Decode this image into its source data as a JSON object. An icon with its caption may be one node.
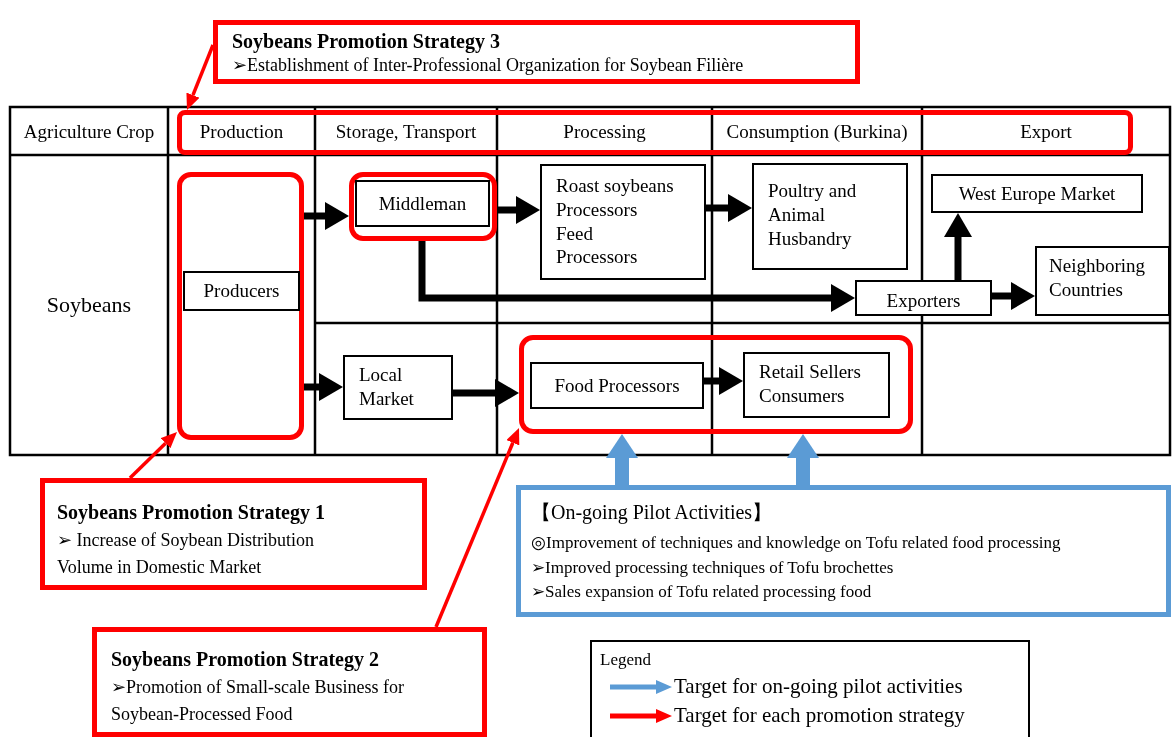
{
  "diagram": {
    "nodes": [
      {
        "text": [
          "Soybeans Promotion Strategy 3",
          "➢Establishment of Inter-Professional Organization for Soybean Filière"
        ]
      },
      {
        "text": [],
        "shape": "box"
      },
      {
        "text": [],
        "shape": "box"
      },
      {
        "text": [
          "Producers"
        ],
        "in": 2
      },
      {
        "text": [],
        "shape": "box"
      },
      {
        "text": [
          "Middleman"
        ],
        "in": 4
      },
      {
        "text": [
          "Roast soybeans Processors Feed Processors"
        ]
      },
      {
        "text": [
          "Poultry and Animal Husbandry"
        ]
      },
      {
        "text": [
          "West Europe Market"
        ]
      },
      {
        "text": [
          "Exporters"
        ]
      },
      {
        "text": [
          "Neighboring Countries"
        ]
      },
      {
        "text": [
          "Local Market"
        ]
      },
      {
        "text": [],
        "shape": "box"
      },
      {
        "text": [
          "Food Processors"
        ],
        "in": 12
      },
      {
        "text": [
          "Retail Sellers Consumers"
        ],
        "in": 12
      },
      {
        "text": [
          "Soybeans Promotion Strategy 1",
          "➢ Increase of Soybean Distribution Volume in Domestic Market"
        ]
      },
      {
        "text": [
          "Soybeans Promotion Strategy 2",
          "➢Promotion of Small-scale Business for Soybean-Processed Food"
        ]
      },
      {
        "text": [
          "【On-going Pilot Activities】",
          "◎Improvement of techniques and knowledge on Tofu related food processing",
          "➢Improved processing techniques of Tofu brochettes",
          "➢Sales expansion of Tofu related processing food"
        ]
      }
    ],
    "edges": [
      {
        "from": 0,
        "to": 1,
        "arrow": "to",
        "color": "#ff0000"
      },
      {
        "from": 15,
        "to": 2,
        "arrow": "to",
        "color": "#ff0000"
      },
      {
        "from": 16,
        "to": 12,
        "arrow": "to",
        "color": "#ff0000"
      },
      {
        "from": 17,
        "to": 12,
        "arrow": "to",
        "style": "thick",
        "color": "#5b9bd5"
      },
      {
        "from": 17,
        "to": 12,
        "arrow": "to",
        "style": "thick",
        "color": "#5b9bd5"
      },
      {
        "from": 2,
        "to": 4,
        "arrow": "to"
      },
      {
        "from": 2,
        "to": 11,
        "arrow": "to"
      },
      {
        "from": 4,
        "to": 6,
        "arrow": "to"
      },
      {
        "from": 4,
        "to": 9,
        "arrow": "to"
      },
      {
        "from": 6,
        "to": 7,
        "arrow": "to"
      },
      {
        "from": 11,
        "to": 12,
        "arrow": "to"
      },
      {
        "from": 13,
        "to": 14,
        "arrow": "to"
      },
      {
        "from": 9,
        "to": 8,
        "arrow": "to"
      },
      {
        "from": 9,
        "to": 10,
        "arrow": "to"
      }
    ],
    "labels": [
      "Agriculture Crop",
      "Production",
      "Storage, Transport",
      "Processing",
      "Consumption (Burkina)",
      "Export",
      "Soybeans",
      "Legend"
    ],
    "legend": [
      {
        "text": "Target for on-going pilot activities"
      },
      {
        "text": "Target for each promotion strategy"
      }
    ]
  }
}
